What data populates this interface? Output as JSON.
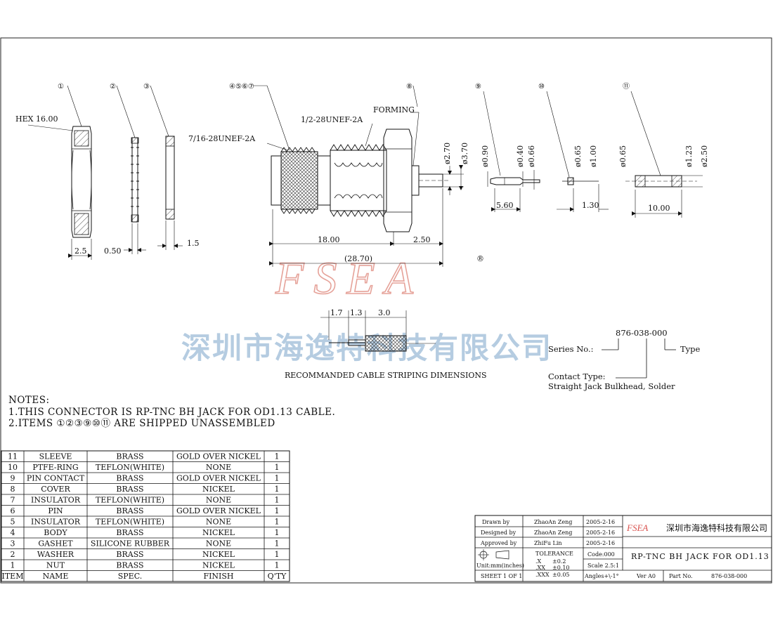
{
  "drawing": {
    "watermark_logo": "FSEA",
    "watermark_registered": "®",
    "watermark_company": "深圳市海逸特科技有限公司"
  },
  "callouts": {
    "item1": "①",
    "item2": "②",
    "item3": "③",
    "item4567": "④⑤⑥⑦",
    "item8": "⑧",
    "item9": "⑨",
    "item10": "⑩",
    "item11": "⑪"
  },
  "labels": {
    "hex": "HEX 16.00",
    "thread1": "7/16-28UNEF-2A",
    "thread2": "1/2-28UNEF-2A",
    "forming": "FORMING"
  },
  "dimensions": {
    "nut_width": "2.5",
    "washer_width": "0.50",
    "gasket_width": "1.5",
    "body_length": "18.00",
    "pin_length": "2.50",
    "total_length": "(28.70)",
    "pin_d1": "ø2.70",
    "pin_d2": "ø3.70",
    "contact_d1": "ø0.90",
    "contact_d2": "ø0.40",
    "contact_d3": "ø0.66",
    "contact_len": "5.60",
    "ptfe_d1": "ø0.65",
    "ptfe_d2": "ø1.00",
    "ptfe_len": "1.30",
    "sleeve_d1": "ø0.65",
    "sleeve_d2": "ø1.23",
    "sleeve_d3": "ø2.50",
    "sleeve_len": "10.00",
    "strip1": "1.7",
    "strip2": "1.3",
    "strip3": "3.0"
  },
  "strip_caption": "RECOMMANDED CABLE STRIPING DIMENSIONS",
  "series": {
    "code": "876-038-000",
    "series_label": "Series No.:",
    "type_label": "Type",
    "contact_label": "Contact Type:",
    "contact_value": "Straight Jack Bulkhead, Solder"
  },
  "notes": {
    "title": "NOTES:",
    "line1": "1.THIS CONNECTOR IS RP-TNC BH JACK FOR OD1.13 CABLE.",
    "line2": "2.ITEMS ①②③⑨⑩⑪ ARE SHIPPED UNASSEMBLED"
  },
  "bom": {
    "headers": [
      "ITEM",
      "NAME",
      "SPEC.",
      "FINISH",
      "Q'TY"
    ],
    "rows": [
      [
        "11",
        "SLEEVE",
        "BRASS",
        "GOLD OVER NICKEL",
        "1"
      ],
      [
        "10",
        "PTFE-RING",
        "TEFLON(WHITE)",
        "NONE",
        "1"
      ],
      [
        "9",
        "PIN CONTACT",
        "BRASS",
        "GOLD OVER NICKEL",
        "1"
      ],
      [
        "8",
        "COVER",
        "BRASS",
        "NICKEL",
        "1"
      ],
      [
        "7",
        "INSULATOR",
        "TEFLON(WHITE)",
        "NONE",
        "1"
      ],
      [
        "6",
        "PIN",
        "BRASS",
        "GOLD OVER NICKEL",
        "1"
      ],
      [
        "5",
        "INSULATOR",
        "TEFLON(WHITE)",
        "NONE",
        "1"
      ],
      [
        "4",
        "BODY",
        "BRASS",
        "NICKEL",
        "1"
      ],
      [
        "3",
        "GASHET",
        "SILICONE RUBBER",
        "NONE",
        "1"
      ],
      [
        "2",
        "WASHER",
        "BRASS",
        "NICKEL",
        "1"
      ],
      [
        "1",
        "NUT",
        "BRASS",
        "NICKEL",
        "1"
      ]
    ]
  },
  "title_block": {
    "drawn_label": "Drawn by",
    "drawn_name": "ZhaoAn Zeng",
    "drawn_date": "2005-2-16",
    "designed_label": "Designed by",
    "designed_name": "ZhaoAn Zeng",
    "designed_date": "2005-2-16",
    "approved_label": "Approved by",
    "approved_name": "ZhiFu Lin",
    "approved_date": "2005-2-16",
    "logo": "FSEA",
    "company": "深圳市海逸特科技有限公司",
    "title": "RP-TNC BH JACK FOR OD1.13",
    "tolerance_label": "TOLERANCE",
    "tol_x": ".X",
    "tol_x_val": "±0.2",
    "tol_xx": ".XX",
    "tol_xx_val": "±0.10",
    "tol_xxx": ".XXX",
    "tol_xxx_val": "±0.05",
    "units": "Unit:mm(inches)",
    "sheet": "SHEET 1 OF 1",
    "code": "Code:000",
    "scale": "Scale 2.5:1",
    "angles": "Angles+\\-1°",
    "ver": "Ver A0",
    "part_label": "Part No.",
    "part_no": "876-038-000"
  }
}
